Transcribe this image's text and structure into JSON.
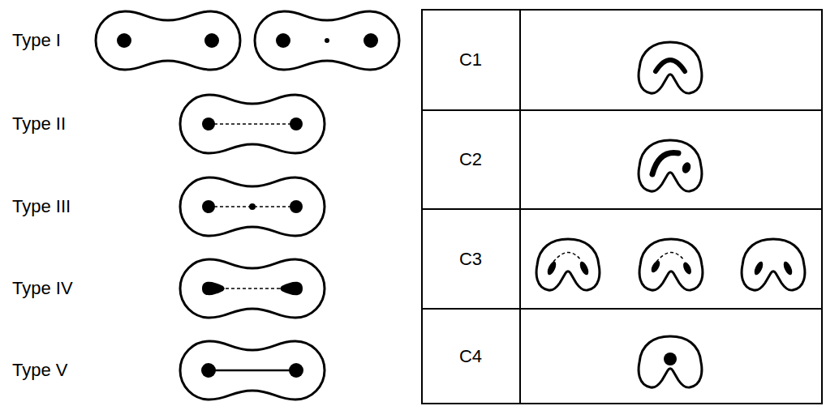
{
  "diagram": {
    "labels": [
      "Type I",
      "Type II",
      "Type III",
      "Type IV",
      "Type V",
      "C1",
      "C2",
      "C3",
      "C4"
    ]
  }
}
